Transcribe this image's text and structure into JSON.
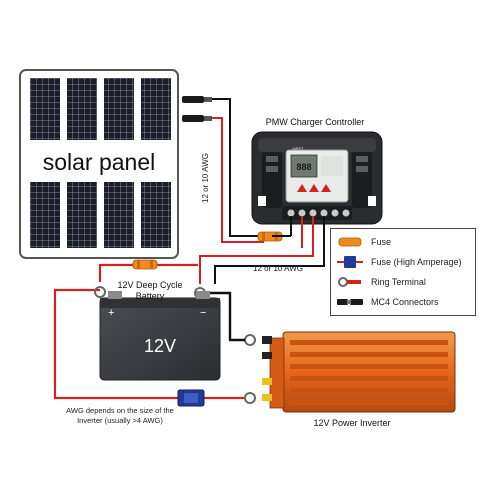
{
  "solar_panel": {
    "label": "solar panel"
  },
  "controller": {
    "title": "PMW Charger Controller",
    "brand": "MPPT"
  },
  "battery": {
    "title_line1": "12V Deep Cycle",
    "title_line2": "Battery",
    "voltage": "12V"
  },
  "inverter": {
    "label": "12V Power Inverter"
  },
  "wires": {
    "awg_vertical": "12 or 10 AWG",
    "awg_horizontal": "12 or 10 AWG",
    "awg_note_line1": "AWG depends on the size of the",
    "awg_note_line2": "Inverter (usually >4 AWG)"
  },
  "legend": {
    "items": [
      {
        "icon": "fuse-icon",
        "label": "Fuse"
      },
      {
        "icon": "high-amp-fuse-icon",
        "label": "Fuse (High Amperage)"
      },
      {
        "icon": "ring-terminal-icon",
        "label": "Ring Terminal"
      },
      {
        "icon": "mc4-connector-icon",
        "label": "MC4 Connectors"
      }
    ]
  },
  "colors": {
    "wire_red": "#d62020",
    "wire_black": "#111111",
    "fuse_orange": "#f08a1c",
    "fuse_high_amp_blue": "#1f3b9a",
    "inverter_orange": "#e8651a",
    "battery_body": "#3a3d40"
  }
}
